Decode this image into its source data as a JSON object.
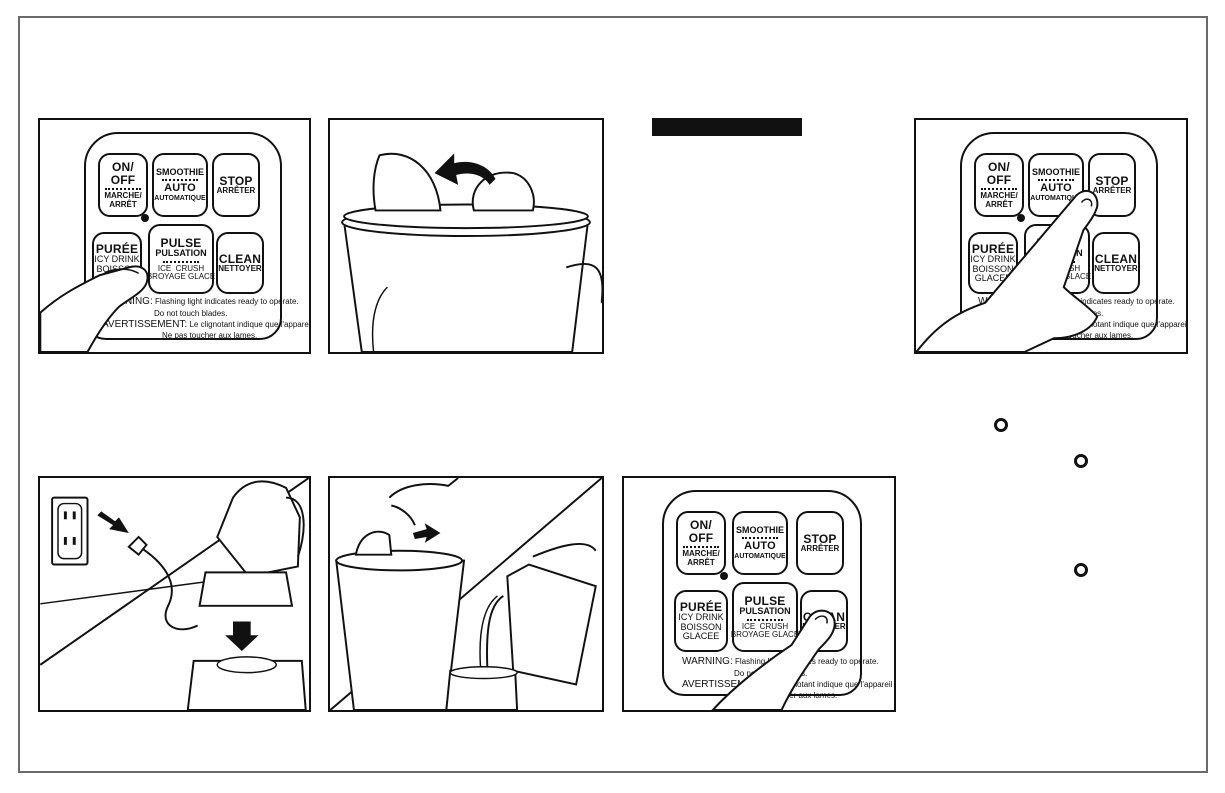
{
  "control_panel": {
    "on_off": {
      "main": "ON/\nOFF",
      "sub": "MARCHE/\nARRÊT"
    },
    "smoothie": {
      "top": "SMOOTHIE",
      "main": "AUTO",
      "sub": "AUTOMATIQUE"
    },
    "stop": {
      "main": "STOP",
      "sub": "ARRÊTER"
    },
    "puree": {
      "main": "PURÉE",
      "sub": "ICY DRINK\nBOISSON\nGLACEE"
    },
    "pulse": {
      "main": "PULSE",
      "sub": "PULSATION",
      "extra": "ICE  CRUSH\nBROYAGE GLACÉ"
    },
    "clean": {
      "main": "CLEAN",
      "sub": "NETTOYER"
    },
    "warning": {
      "label": "WARNING:",
      "line1": "Flashing light indicates ready to operate.",
      "line2": "Do not touch blades.",
      "label_fr": "AVERTISSEMENT:",
      "line3": "Le clignotant indique que l'appareil est prêt.",
      "line4": "Ne pas toucher aux lames."
    }
  },
  "icons": {
    "arrow": "curved-arrow-icon",
    "outlet": "wall-outlet-icon",
    "bullet": "ring-bullet-icon"
  }
}
